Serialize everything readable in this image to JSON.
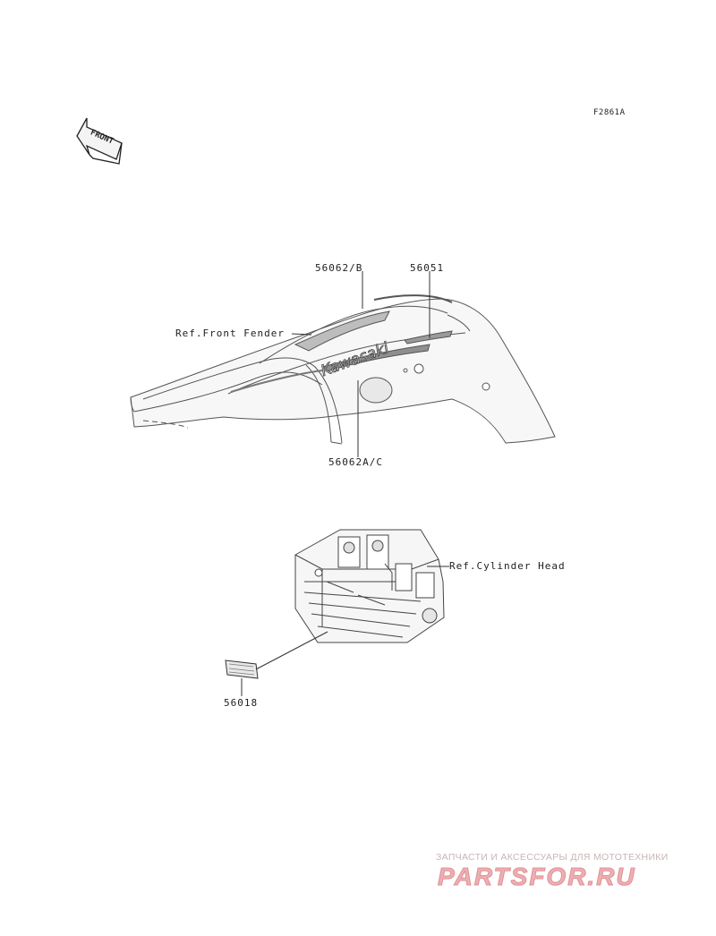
{
  "figure_id": "F2861A",
  "front_arrow_text": "FRONT",
  "fender_logo_text": "Kawasaki",
  "callouts": {
    "decal_upper": "56062/B",
    "emblem": "56051",
    "front_fender": "Ref.Front Fender",
    "decal_lower": "56062A/C",
    "cylinder_head": "Ref.Cylinder Head",
    "cylinder_label": "56018"
  },
  "watermark": {
    "caption": "ЗАПЧАСТИ И АКСЕССУАРЫ ДЛЯ МОТОТЕХНИКИ",
    "logo": "PARTSFOR.RU"
  }
}
